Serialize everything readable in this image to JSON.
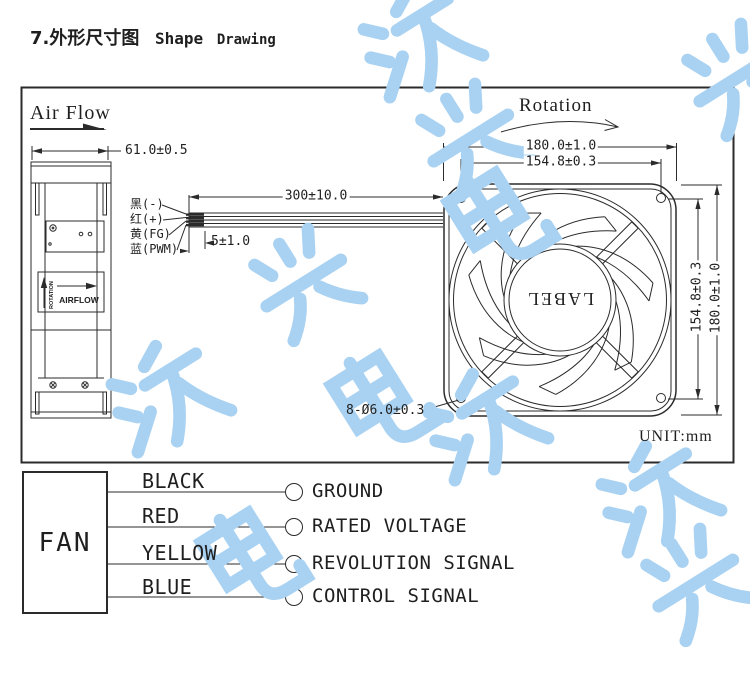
{
  "title": {
    "number_cn": "7.外形尺寸图",
    "en_main": "Shape",
    "en_sub": "Drawing"
  },
  "drawing": {
    "air_flow_label": "Air Flow",
    "rotation_label": "Rotation",
    "unit_label": "UNIT:mm",
    "fan_hub_label": "LABEL",
    "dimensions": {
      "side_width": "61.0±0.5",
      "lead_length": "300±10.0",
      "strip_length": "5±1.0",
      "frame_width_top": "180.0±1.0",
      "hole_pitch_top": "154.8±0.3",
      "hole_pitch_right": "154.8±0.3",
      "frame_height_right": "180.0±1.0",
      "mounting_holes": "8-Ø6.0±0.3"
    },
    "wires": [
      {
        "label": "黑(-)"
      },
      {
        "label": "红(+)"
      },
      {
        "label": "黄(FG)"
      },
      {
        "label": "蓝(PWM)"
      }
    ],
    "side_view": {
      "rotation_text": "ROTATION",
      "airflow_text": "AIRFLOW"
    }
  },
  "connection": {
    "fan_box_label": "FAN",
    "rows": [
      {
        "wire": "BLACK",
        "signal": "GROUND"
      },
      {
        "wire": "RED",
        "signal": "RATED VOLTAGE"
      },
      {
        "wire": "YELLOW",
        "signal": "REVOLUTION SIGNAL"
      },
      {
        "wire": "BLUE",
        "signal": "CONTROL SIGNAL"
      }
    ]
  },
  "watermark": {
    "text": "沃兴电",
    "color": "#a9d2f2"
  },
  "colors": {
    "line": "#2b2b2b",
    "background": "#ffffff"
  }
}
